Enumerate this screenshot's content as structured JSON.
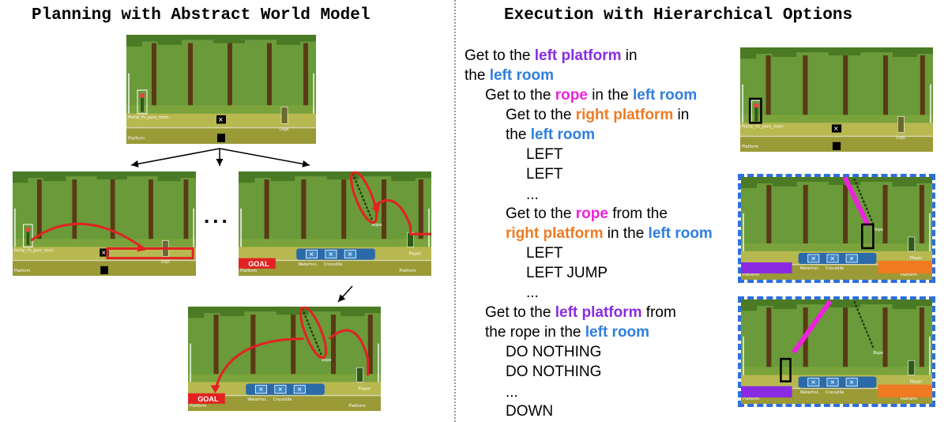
{
  "headings": {
    "left": "Planning with Abstract World Model",
    "right": "Execution with Hierarchical Options"
  },
  "ellipsis": "...",
  "goal_label": "GOAL",
  "frame_labels": {
    "portal": "Portal_lfs_pere_room",
    "platform": "Platform",
    "logs": "Logs",
    "rope": "Rope",
    "player": "Player",
    "waterhole": "Waterhol..",
    "crocodile": "Crocodile"
  },
  "plan_steps": [
    {
      "segments": [
        {
          "t": "Get to the "
        },
        {
          "t": "left platform",
          "c": "purple"
        },
        {
          "t": " in"
        }
      ]
    },
    {
      "segments": [
        {
          "t": "the "
        },
        {
          "t": "left room",
          "c": "blue"
        }
      ]
    },
    {
      "segments": [
        {
          "t": "Get to the "
        },
        {
          "t": "rope",
          "c": "magenta"
        },
        {
          "t": " in the "
        },
        {
          "t": "left room",
          "c": "blue"
        }
      ]
    },
    {
      "segments": [
        {
          "t": "Get to the "
        },
        {
          "t": "right platform",
          "c": "orange"
        },
        {
          "t": " in"
        }
      ]
    },
    {
      "segments": [
        {
          "t": "the "
        },
        {
          "t": "left room",
          "c": "blue"
        }
      ]
    },
    {
      "segments": [
        {
          "t": "LEFT"
        }
      ]
    },
    {
      "segments": [
        {
          "t": "LEFT"
        }
      ]
    },
    {
      "segments": [
        {
          "t": "..."
        }
      ]
    },
    {
      "segments": [
        {
          "t": "Get to the "
        },
        {
          "t": "rope",
          "c": "magenta"
        },
        {
          "t": " from the"
        }
      ]
    },
    {
      "segments": [
        {
          "t": "right platform",
          "c": "orange"
        },
        {
          "t": " in the "
        },
        {
          "t": "left room",
          "c": "blue"
        }
      ]
    },
    {
      "segments": [
        {
          "t": "LEFT"
        }
      ]
    },
    {
      "segments": [
        {
          "t": "LEFT JUMP"
        }
      ]
    },
    {
      "segments": [
        {
          "t": "..."
        }
      ]
    },
    {
      "segments": [
        {
          "t": "Get to the "
        },
        {
          "t": "left platform",
          "c": "purple"
        },
        {
          "t": " from"
        }
      ]
    },
    {
      "segments": [
        {
          "t": "the rope in the "
        },
        {
          "t": "left room",
          "c": "blue"
        }
      ]
    },
    {
      "segments": [
        {
          "t": "DO NOTHING"
        }
      ]
    },
    {
      "segments": [
        {
          "t": "DO NOTHING"
        }
      ]
    },
    {
      "segments": [
        {
          "t": "..."
        }
      ]
    },
    {
      "segments": [
        {
          "t": "DOWN"
        }
      ]
    }
  ],
  "colors": {
    "purple": "#8a2be2",
    "blue": "#2f7ee0",
    "magenta": "#ee22dd",
    "orange": "#f07a22",
    "red": "#e22222",
    "forest": "#6a9a3a",
    "ground": "#b8b850"
  }
}
